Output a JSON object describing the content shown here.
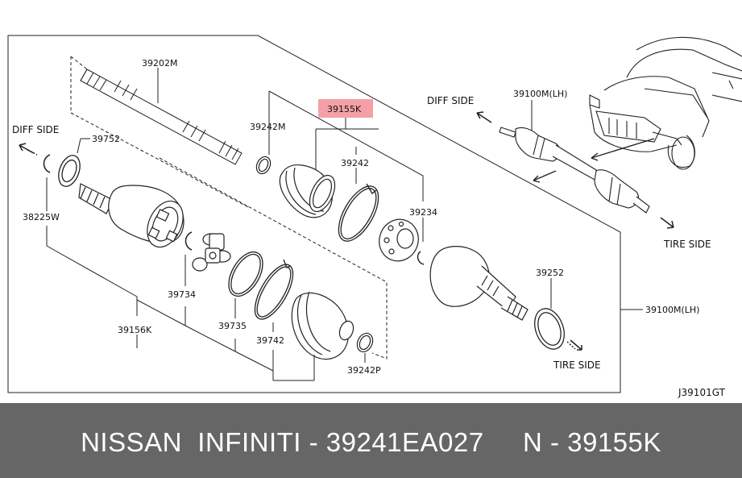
{
  "callouts": {
    "p39202M": "39202M",
    "p39242M": "39242M",
    "p39155K": "39155K",
    "p39242": "39242",
    "p39234": "39234",
    "p39100M_LH_top": "39100M(LH)",
    "p39752": "39752",
    "p38225W": "38225W",
    "p39734": "39734",
    "p39735": "39735",
    "p39742": "39742",
    "p39156K": "39156K",
    "p39242P": "39242P",
    "p39252": "39252",
    "p39100M_LH_right": "39100M(LH)"
  },
  "direction_labels": {
    "diff_side_left": "DIFF SIDE",
    "diff_side_top": "DIFF SIDE",
    "tire_side_right": "TIRE SIDE",
    "tire_side_bottom": "TIRE SIDE"
  },
  "highlight_color": "#f4a0a6",
  "diagram_code": "J39101GT",
  "footer": {
    "text": "NISSAN  INFINITI - 39241EA027     N - 39155K",
    "bg_color": "#666666"
  }
}
